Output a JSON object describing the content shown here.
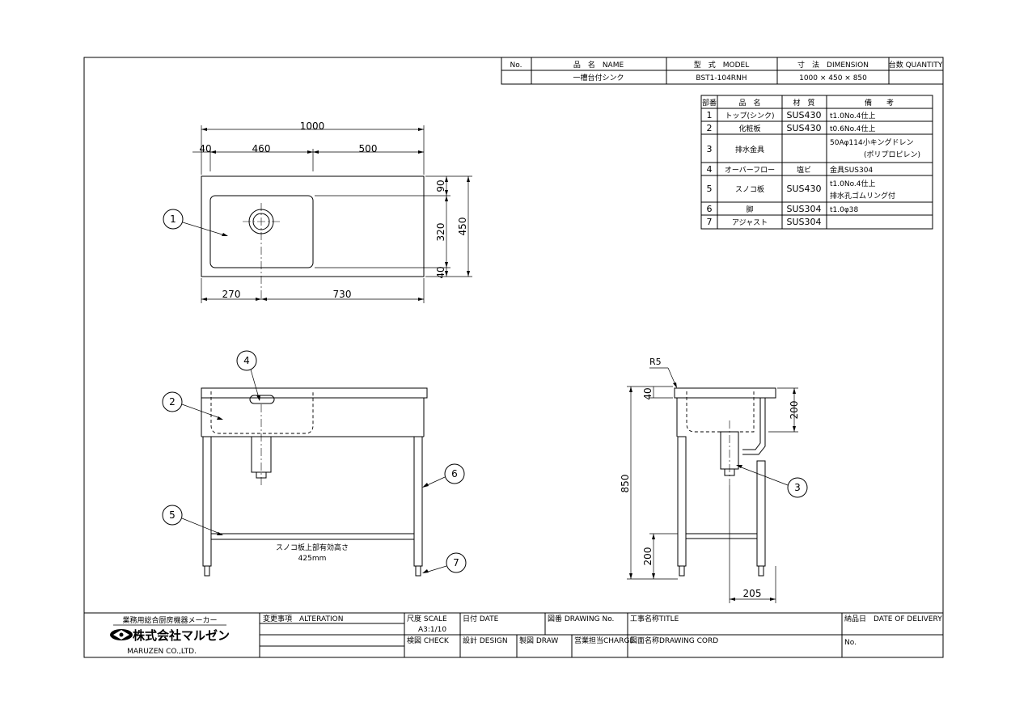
{
  "title_block": {
    "no_label": "No.",
    "name_label": "品　名　NAME",
    "model_label": "型　式　MODEL",
    "dimension_label": "寸　法　DIMENSION",
    "quantity_label": "台数 QUANTITY",
    "name_value": "一槽台付シンク",
    "model_value": "BST1-104RNH",
    "dimension_value": "1000 × 450 × 850"
  },
  "parts_table": {
    "headers": [
      "部番",
      "品　名",
      "材　質",
      "備　　考"
    ],
    "rows": [
      {
        "no": "1",
        "name": "トップ(シンク)",
        "material": "SUS430",
        "note1": "t1.0No.4仕上",
        "note2": ""
      },
      {
        "no": "2",
        "name": "化粧板",
        "material": "SUS430",
        "note1": "t0.6No.4仕上",
        "note2": ""
      },
      {
        "no": "3",
        "name": "排水金具",
        "material": "",
        "note1": "50Aφ114小キングドレン",
        "note2": "(ポリプロピレン)"
      },
      {
        "no": "4",
        "name": "オーバーフロー",
        "material": "塩ビ",
        "note1": "金具SUS304",
        "note2": ""
      },
      {
        "no": "5",
        "name": "スノコ板",
        "material": "SUS430",
        "note1": "t1.0No.4仕上",
        "note2": "排水孔ゴムリング付"
      },
      {
        "no": "6",
        "name": "脚",
        "material": "SUS304",
        "note1": "t1.0φ38",
        "note2": ""
      },
      {
        "no": "7",
        "name": "アジャスト",
        "material": "SUS304",
        "note1": "",
        "note2": ""
      }
    ]
  },
  "dimensions": {
    "overall_width": "1000",
    "left_margin": "40",
    "basin_width": "460",
    "right_width": "500",
    "back_margin": "90",
    "basin_depth": "320",
    "front_margin": "40",
    "overall_depth": "450",
    "drain_offset": "270",
    "drain_to_right": "730",
    "side_top": "40",
    "side_bowl": "200",
    "side_height": "850",
    "side_shelf": "200",
    "side_foot": "205",
    "radius": "R5"
  },
  "balloons": [
    "1",
    "2",
    "3",
    "4",
    "5",
    "6",
    "7"
  ],
  "shelf_note": {
    "line1": "スノコ板上部有効高さ",
    "line2": "425mm"
  },
  "footer": {
    "company_tagline": "業務用総合厨房機器メーカー",
    "company_name": "株式会社マルゼン",
    "company_roman": "MARUZEN CO.,LTD.",
    "alteration": "変更事項　ALTERATION",
    "scale_label": "尺度 SCALE",
    "scale_value": "A3:1/10",
    "date_label": "日付 DATE",
    "drawing_no_label": "図番 DRAWING No.",
    "title_label": "工事名称TITLE",
    "delivery_label": "納品日　DATE OF DELIVERY",
    "check_label": "検図 CHECK",
    "design_label": "設計 DESIGN",
    "draw_label": "製図 DRAW",
    "charge_label": "営業担当CHARGE",
    "drawing_cord_label": "図面名称DRAWING CORD",
    "no_label": "No."
  }
}
